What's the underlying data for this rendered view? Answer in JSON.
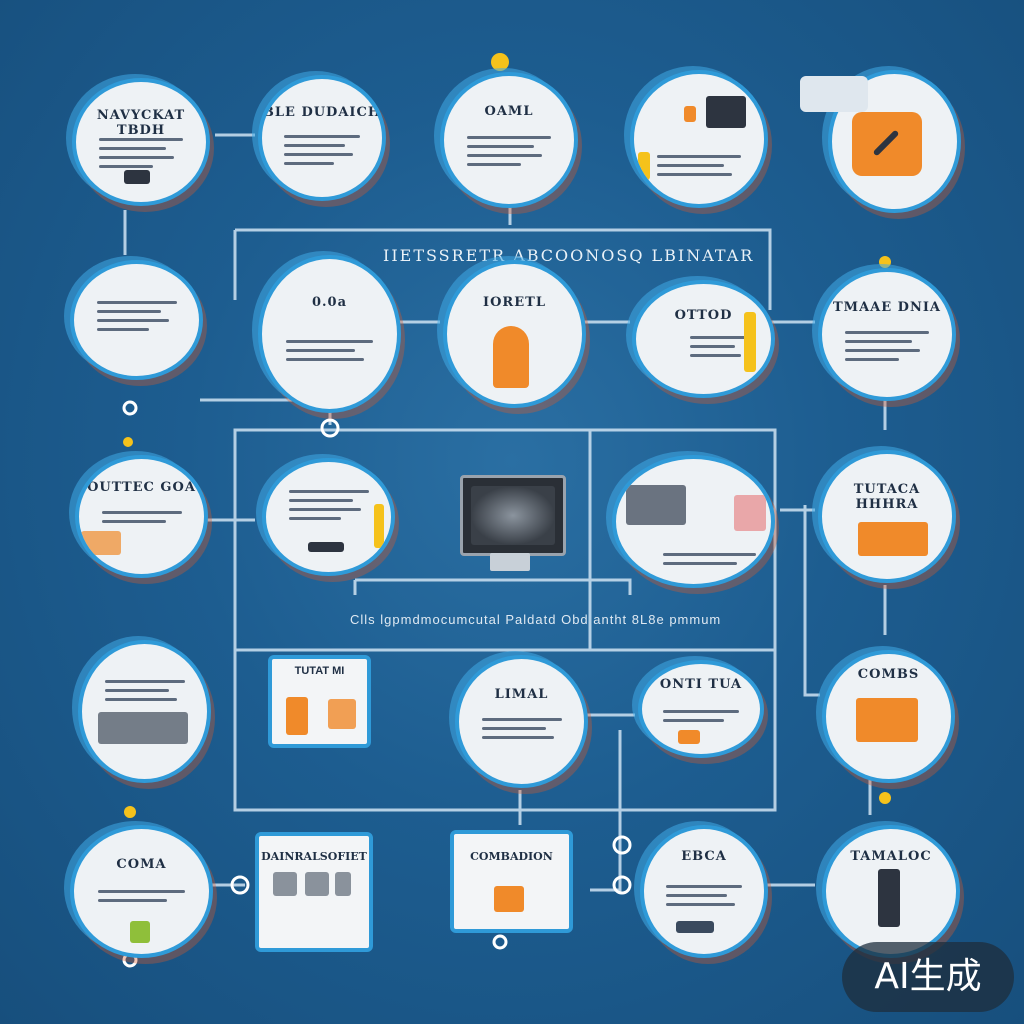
{
  "labels": {
    "top_row": [
      "NAVYCKAT TBDH",
      "BLE DUDAICH",
      "OAML",
      "",
      ""
    ],
    "row2": [
      "",
      "0.0a",
      "IORETL",
      "OTTOD",
      "TMAAE DNIA"
    ],
    "row3": [
      "OUTTEC GOA",
      "",
      "",
      "",
      "TUTACA HHHRA"
    ],
    "row4": [
      "",
      "TUTAT MI",
      "LIMAL",
      "ONTI TUA",
      "COMBS"
    ],
    "row5": [
      "COMA",
      "DAINRALSOFIET",
      "COMBADION",
      "EBCA",
      "TAMALOC"
    ]
  },
  "panel_title": "IIETSSRETR ABCOONOSQ LBINATAR",
  "caption": "Clls lgpmdmocumcutal Paldatd Obd antht 8L8e pmmum",
  "badge": "AI生成",
  "colors": {
    "background": "#1d5a8a",
    "node_border": "#2f9ad8",
    "accent_orange": "#f08a2a",
    "accent_yellow": "#f5c21b",
    "wire": "#cfe3f3"
  }
}
